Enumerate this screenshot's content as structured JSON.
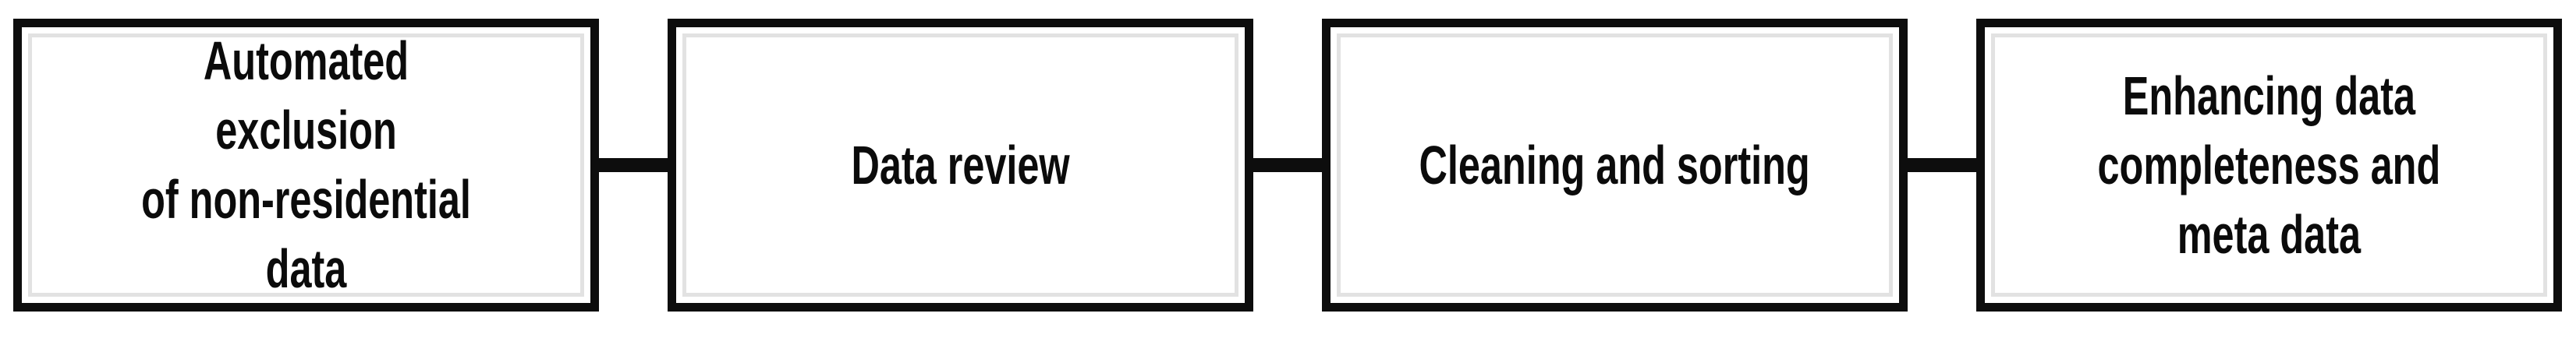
{
  "diagram": {
    "type": "process-flow",
    "direction": "left-to-right",
    "steps": [
      {
        "label": "Automated exclusion\nof non-residential\ndata"
      },
      {
        "label": "Data review"
      },
      {
        "label": "Cleaning and sorting"
      },
      {
        "label": "Enhancing data\ncompleteness and\nmeta data"
      }
    ],
    "connector_count": 3,
    "colors": {
      "border": "#0d0d0d",
      "inner_border": "#e2e2e2",
      "fill": "#ffffff",
      "text": "#0b0b0b",
      "connector": "#0d0d0d"
    }
  }
}
